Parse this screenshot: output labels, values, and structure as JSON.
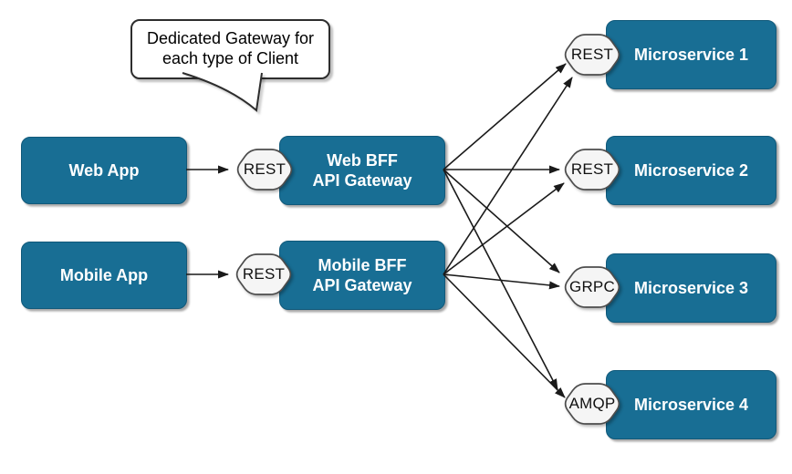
{
  "callout": {
    "line1": "Dedicated Gateway for",
    "line2": "each type of Client"
  },
  "clients": [
    {
      "label": "Web App"
    },
    {
      "label": "Mobile App"
    }
  ],
  "gateways": [
    {
      "line1": "Web BFF",
      "line2": "API Gateway",
      "protocol": "REST"
    },
    {
      "line1": "Mobile BFF",
      "line2": "API Gateway",
      "protocol": "REST"
    }
  ],
  "microservices": [
    {
      "label": "Microservice 1",
      "protocol": "REST"
    },
    {
      "label": "Microservice 2",
      "protocol": "REST"
    },
    {
      "label": "Microservice 3",
      "protocol": "GRPC"
    },
    {
      "label": "Microservice 4",
      "protocol": "AMQP"
    }
  ],
  "colors": {
    "node_fill": "#186E94",
    "node_border": "#11597A",
    "node_text": "#FFFFFF",
    "badge_fill": "#F5F5F5",
    "badge_border": "#4D4D4D",
    "badge_text": "#111111",
    "arrow": "#1A1A1A",
    "callout_fill": "#FFFFFF",
    "callout_border": "#2D2D2D",
    "callout_text": "#000000",
    "background": "#FFFFFF"
  }
}
